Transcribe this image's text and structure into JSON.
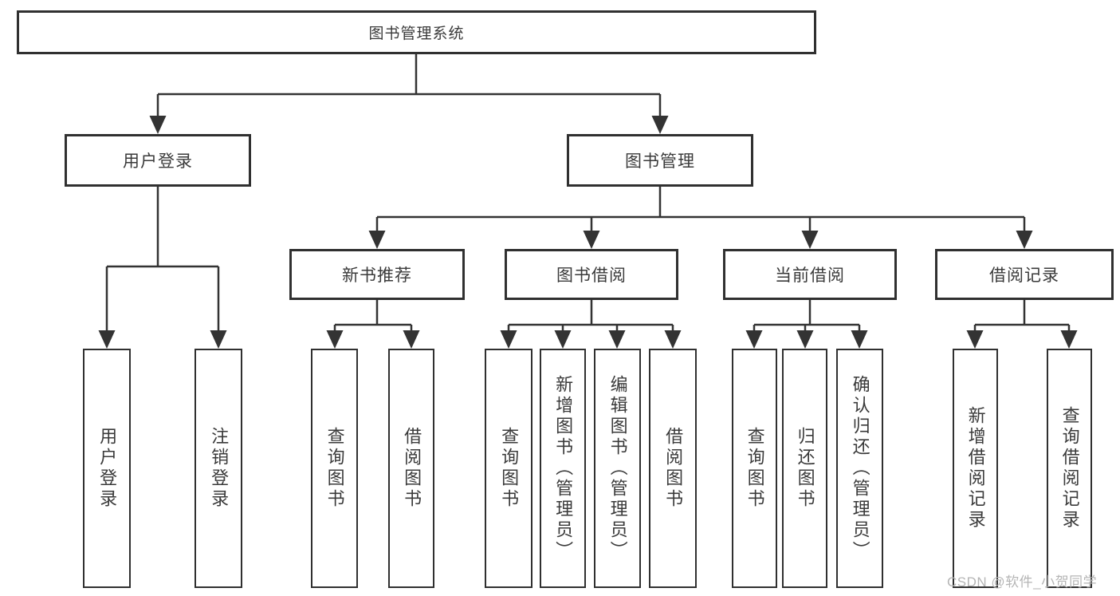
{
  "diagram": {
    "title": "图书管理系统",
    "branches": [
      {
        "label": "用户登录",
        "children": [
          {
            "label": "用户登录"
          },
          {
            "label": "注销登录"
          }
        ]
      },
      {
        "label": "图书管理",
        "children": [
          {
            "label": "新书推荐",
            "children": [
              {
                "label": "查询图书"
              },
              {
                "label": "借阅图书"
              }
            ]
          },
          {
            "label": "图书借阅",
            "children": [
              {
                "label": "查询图书"
              },
              {
                "label": "新增图书（管理员）"
              },
              {
                "label": "编辑图书（管理员）"
              },
              {
                "label": "借阅图书"
              }
            ]
          },
          {
            "label": "当前借阅",
            "children": [
              {
                "label": "查询图书"
              },
              {
                "label": "归还图书"
              },
              {
                "label": "确认归还（管理员）"
              }
            ]
          },
          {
            "label": "借阅记录",
            "children": [
              {
                "label": "新增借阅记录"
              },
              {
                "label": "查询借阅记录"
              }
            ]
          }
        ]
      }
    ]
  },
  "watermark": {
    "text": "CSDN @软件_小贺同学"
  },
  "colors": {
    "line": "#333333",
    "text": "#3a3a3a",
    "watermark": "#b5b5b5"
  }
}
